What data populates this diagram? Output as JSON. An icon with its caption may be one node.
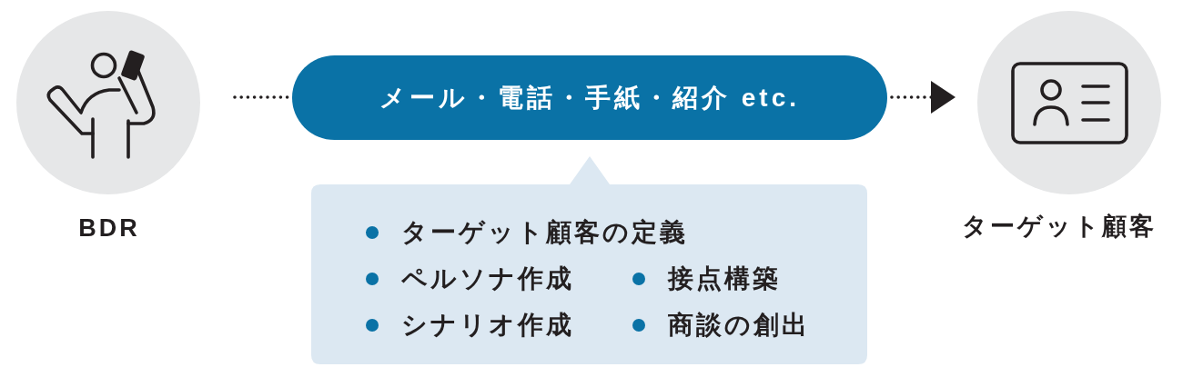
{
  "diagram": {
    "nodes": [
      {
        "text": [
          "BDR"
        ]
      },
      {
        "text": [
          "メール・電話・手紙・紹介 etc."
        ]
      },
      {
        "text": [
          "ターゲット顧客の定義",
          "ペルソナ作成",
          "接点構築",
          "シナリオ作成",
          "商談の創出"
        ]
      },
      {
        "text": [
          "ターゲット顧客"
        ]
      }
    ],
    "edges": [
      {
        "from": 0,
        "to": 1,
        "arrow": "none"
      },
      {
        "from": 1,
        "to": 3,
        "arrow": "to"
      }
    ]
  }
}
